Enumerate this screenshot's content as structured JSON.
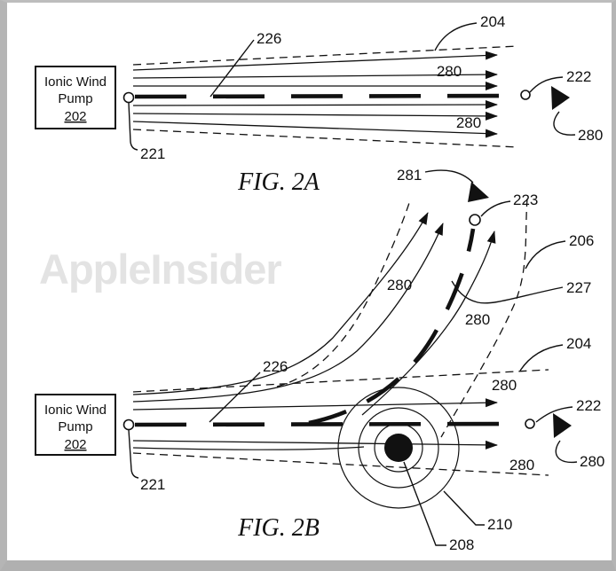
{
  "watermark": "AppleInsider",
  "pump": {
    "line1": "Ionic Wind",
    "line2": "Pump",
    "ref": "202"
  },
  "fig2a": {
    "caption": "FIG. 2A"
  },
  "fig2b": {
    "caption": "FIG. 2B"
  },
  "refs": {
    "inlet": "221",
    "outlet": "222",
    "outlet_up": "223",
    "boundary": "204",
    "boundary_up": "206",
    "sphere": "208",
    "rings": "210",
    "centerline": "226",
    "centerline_up": "227",
    "airflow": "280",
    "airflow_up": "281"
  },
  "colors": {
    "ink": "#111111",
    "frame": "#b5b5b5",
    "watermark": "#e3e3e3",
    "background": "#ffffff"
  }
}
